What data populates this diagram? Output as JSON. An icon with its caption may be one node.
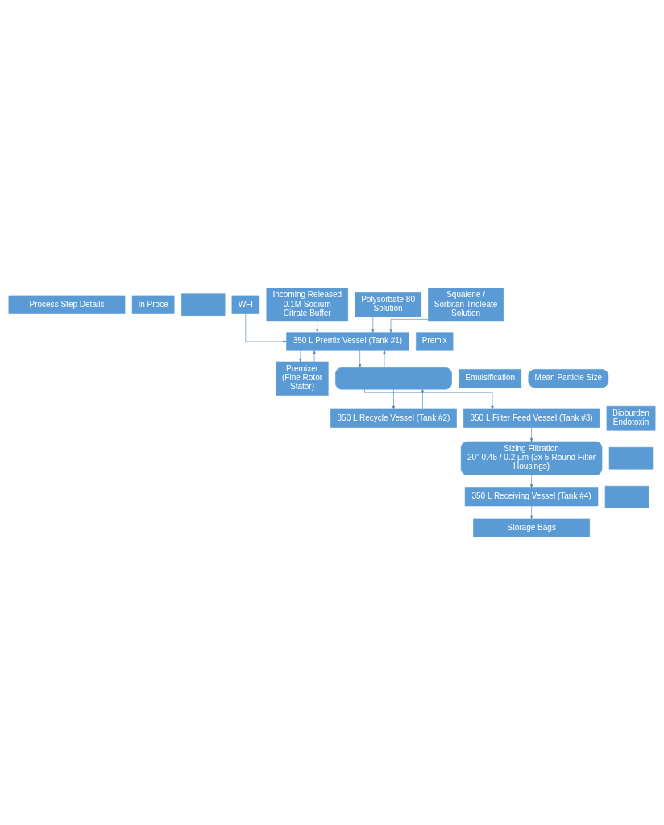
{
  "diagram": {
    "nodes": [
      {
        "text": [
          "Process Step Details"
        ]
      },
      {
        "text": [
          "In Proce"
        ]
      },
      {
        "text": [],
        "shape": "box"
      },
      {
        "text": [
          "WFI"
        ]
      },
      {
        "text": [
          "Incoming Released 0.1M Sodium Citrate Buffer"
        ]
      },
      {
        "text": [
          "Polysorbate 80 Solution"
        ]
      },
      {
        "text": [
          "Squalene / Sorbitan Trioleate Solution"
        ]
      },
      {
        "text": [
          "Premix"
        ]
      },
      {
        "text": [
          "350 L Premix Vessel (Tank #1)"
        ]
      },
      {
        "text": [
          "Premixer",
          "(Fine Rotor Stator)"
        ]
      },
      {
        "text": [
          "Emulsification"
        ]
      },
      {
        "text": [],
        "shape": "box"
      },
      {
        "text": [
          "Mean Particle Size"
        ]
      },
      {
        "text": [
          "350 L Recycle Vessel (Tank #2)"
        ]
      },
      {
        "text": [
          "350 L Filter Feed Vessel (Tank #3)"
        ]
      },
      {
        "text": [
          "Bioburden Endotoxin"
        ]
      },
      {
        "text": [],
        "shape": "box"
      },
      {
        "text": [
          "Sizing Filtration",
          "20\" 0.45 / 0.2 µm (3x 5-Round Filter Housings)"
        ]
      },
      {
        "text": [
          "350 L Receiving Vessel (Tank #4)"
        ]
      },
      {
        "text": [],
        "shape": "box"
      },
      {
        "text": [
          "Storage Bags"
        ]
      }
    ],
    "edges": [
      {
        "from": 3,
        "to": 8,
        "arrow": "to"
      },
      {
        "from": 4,
        "to": 8,
        "arrow": "to"
      },
      {
        "from": 5,
        "to": 8,
        "arrow": "to"
      },
      {
        "from": 6,
        "to": 8,
        "arrow": "to"
      },
      {
        "from": 8,
        "to": 9,
        "arrow": "to"
      },
      {
        "from": 9,
        "to": 8,
        "arrow": "to"
      },
      {
        "from": 8,
        "to": 11,
        "arrow": "to"
      },
      {
        "from": 11,
        "to": 8,
        "arrow": "to"
      },
      {
        "from": 11,
        "to": 13,
        "arrow": "to"
      },
      {
        "from": 13,
        "to": 11,
        "arrow": "to"
      },
      {
        "from": 11,
        "to": 14,
        "arrow": "to"
      },
      {
        "from": 14,
        "to": 17,
        "arrow": "to"
      },
      {
        "from": 17,
        "to": 18,
        "arrow": "to"
      },
      {
        "from": 18,
        "to": 20,
        "arrow": "to"
      }
    ]
  }
}
